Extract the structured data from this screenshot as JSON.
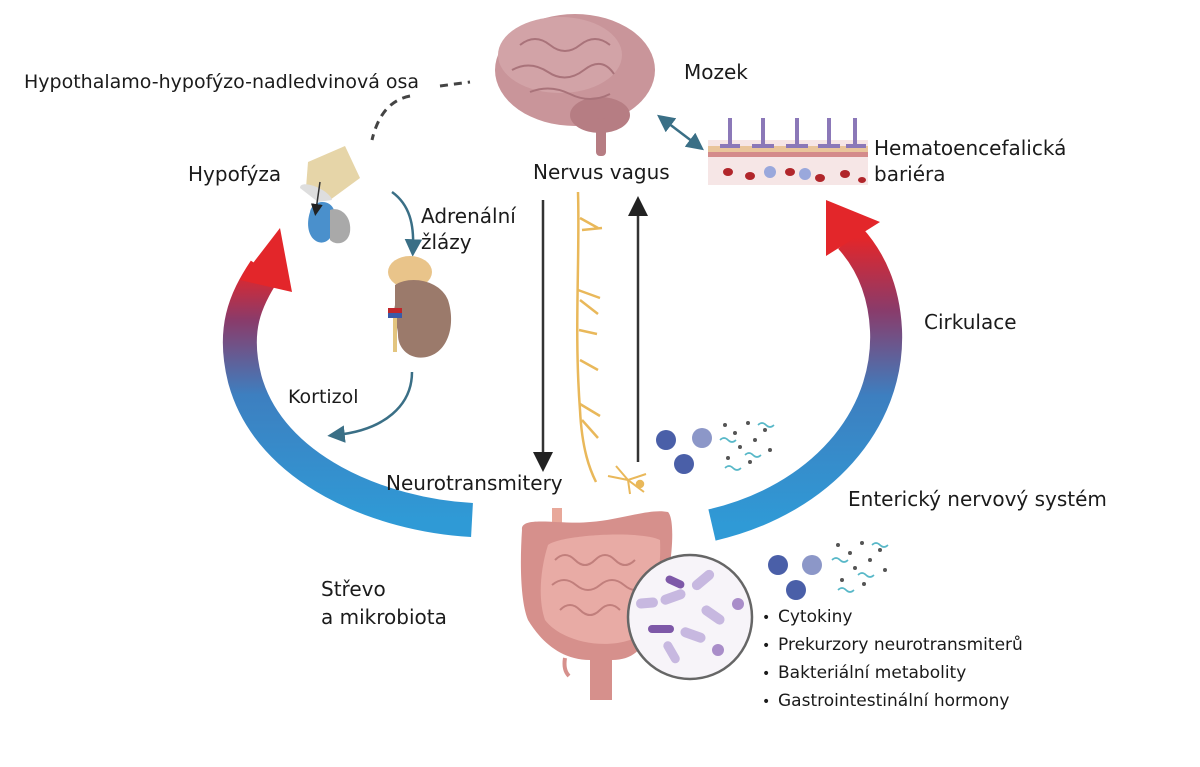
{
  "diagram": {
    "title": "Gut-brain axis",
    "labels": {
      "hpa_axis": "Hypothalamo-hypofýzo-nadledvinová osa",
      "brain": "Mozek",
      "pituitary": "Hypofýza",
      "vagus_nerve": "Nervus vagus",
      "bbb_line1": "Hematoencefalická",
      "bbb_line2": "bariéra",
      "adrenal_line1": "Adrenální",
      "adrenal_line2": "žlázy",
      "circulation": "Cirkulace",
      "cortisol": "Kortizol",
      "neurotransmitters": "Neurotransmitery",
      "enteric_ns": "Enterický nervový systém",
      "gut_line1": "Střevo",
      "gut_line2": "a mikrobiota"
    },
    "signals": [
      "Cytokiny",
      "Prekurzory neurotransmiterů",
      "Bakteriální metabolity",
      "Gastrointestinální hormony"
    ],
    "colors": {
      "arrow_red": "#e0262a",
      "arrow_blue": "#2f8fd0",
      "brain": "#c9959a",
      "gut": "#d6908c",
      "nerve": "#e9b85a",
      "thin_arrow": "#3a6f86"
    }
  }
}
